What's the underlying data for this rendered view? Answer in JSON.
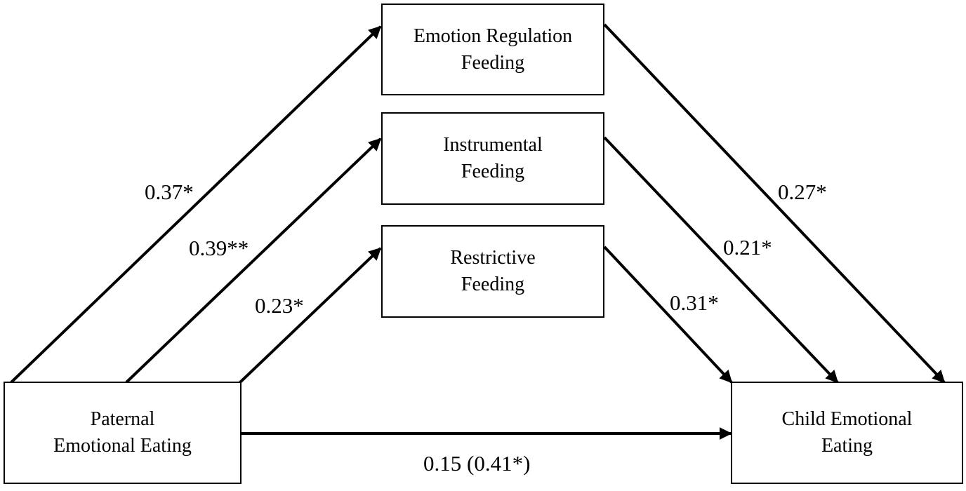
{
  "nodes": {
    "paternal": {
      "line1": "Paternal",
      "line2": "Emotional Eating"
    },
    "emotion_regulation": {
      "line1": "Emotion Regulation",
      "line2": "Feeding"
    },
    "instrumental": {
      "line1": "Instrumental",
      "line2": "Feeding"
    },
    "restrictive": {
      "line1": "Restrictive",
      "line2": "Feeding"
    },
    "child": {
      "line1": "Child Emotional",
      "line2": "Eating"
    }
  },
  "paths": {
    "paternal_to_emotion_regulation": "0.37*",
    "paternal_to_instrumental": "0.39**",
    "paternal_to_restrictive": "0.23*",
    "emotion_regulation_to_child": "0.27*",
    "instrumental_to_child": "0.21*",
    "restrictive_to_child": "0.31*",
    "paternal_to_child_direct": "0.15 (0.41*)"
  },
  "colors": {
    "line": "#000000",
    "background": "#ffffff"
  }
}
